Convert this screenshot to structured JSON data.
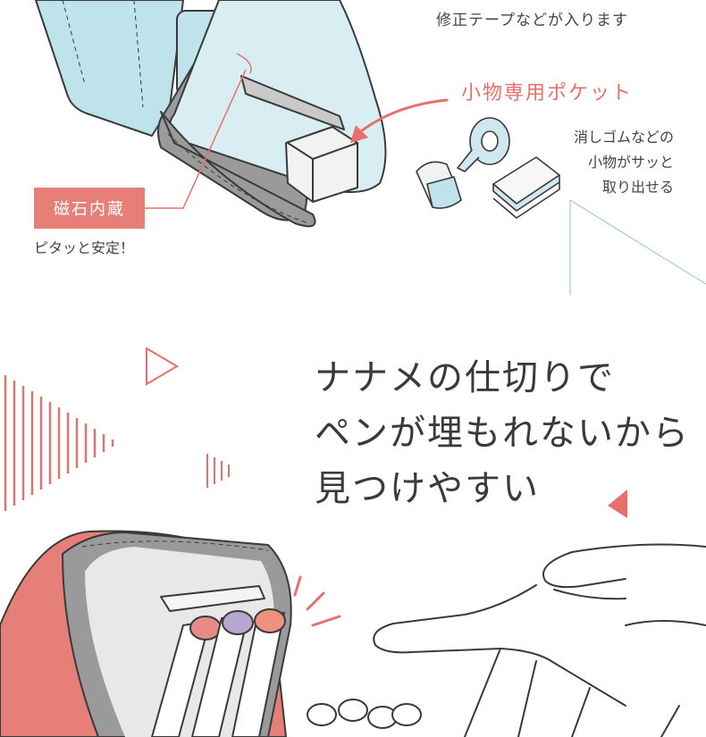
{
  "top_note": "修正テープなどが入ります",
  "pocket": {
    "title": "小物専用ポケット",
    "description": [
      "消しゴムなどの",
      "小物がサッと",
      "取り出せる"
    ]
  },
  "magnet": {
    "label": "磁石内蔵",
    "sub": "ピタッと安定！"
  },
  "headline": [
    "ナナメの仕切りで",
    "ペンが埋もれないから",
    "見つけやすい"
  ],
  "colors": {
    "accent": "#e8706a",
    "coral": "#e77f79",
    "pouch_blue": "#bfe3ea",
    "outline": "#3a3a3a"
  }
}
